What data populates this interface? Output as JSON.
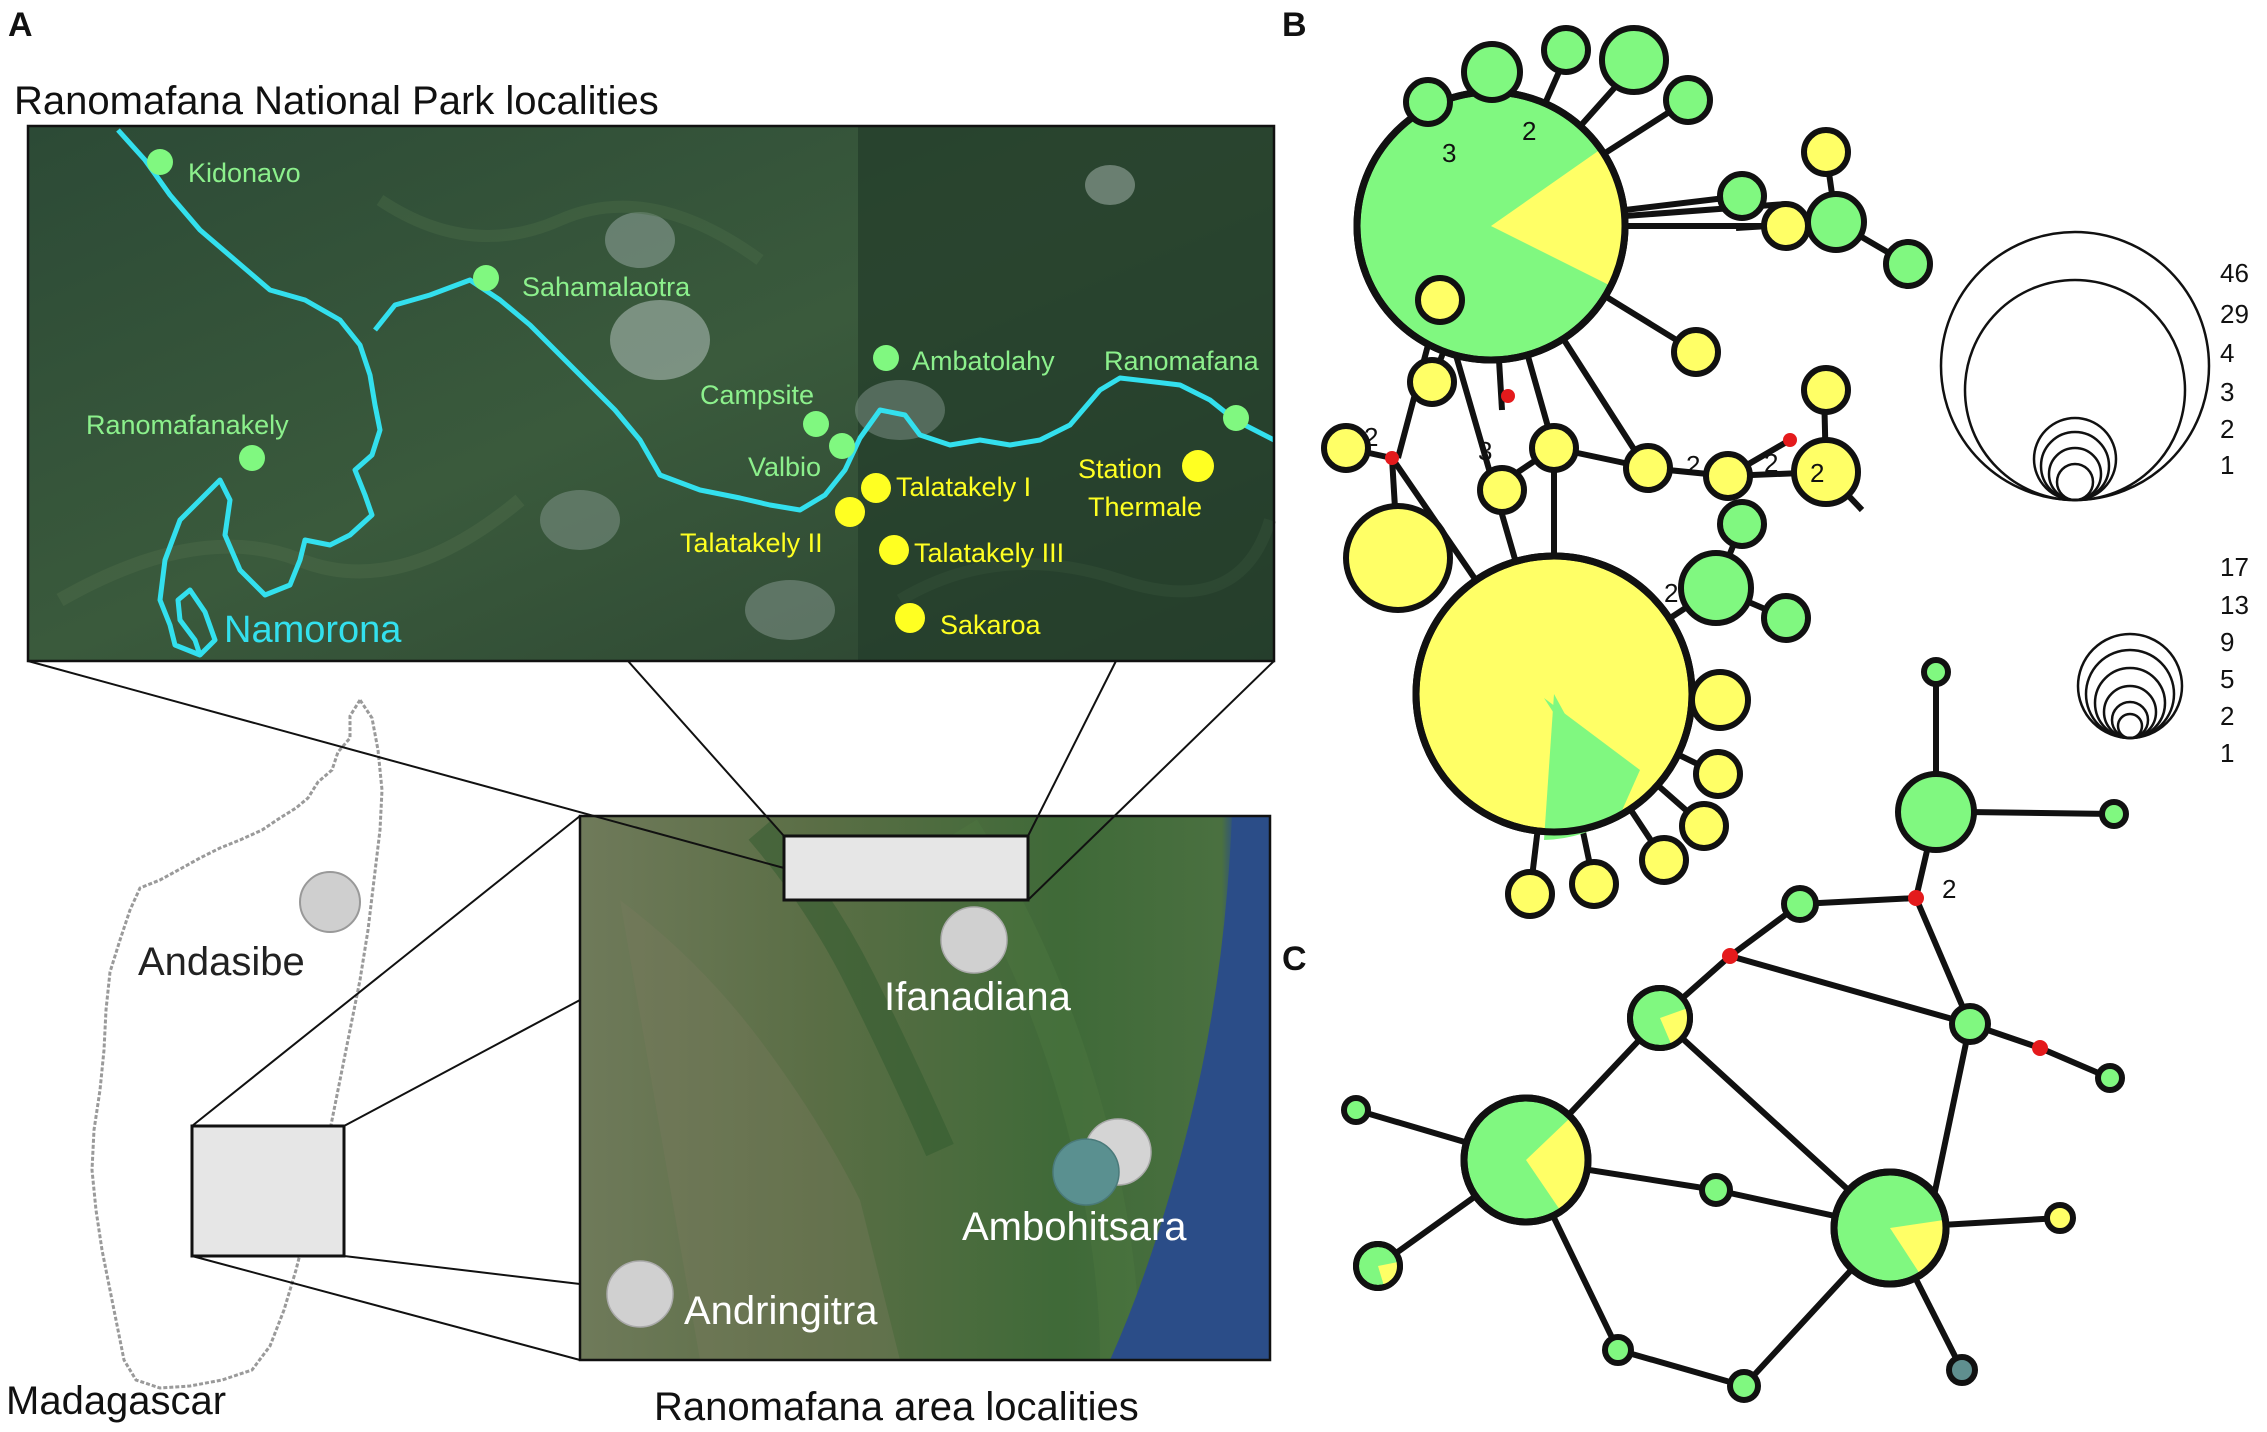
{
  "panels": {
    "a": "A",
    "b": "B",
    "c": "C"
  },
  "titles": {
    "park": "Ranomafana National Park localities",
    "area": "Ranomafana area localities",
    "country": "Madagascar"
  },
  "river": "Namorona",
  "park_localities": {
    "green": [
      "Kidonavo",
      "Sahamalaotra",
      "Ambatolahy",
      "Ranomafana",
      "Campsite",
      "Ranomafanakely",
      "Valbio"
    ],
    "yellow": [
      "Talatakely I",
      "Talatakely II",
      "Talatakely III",
      "Sakaroa",
      "Station",
      "Thermale"
    ]
  },
  "area_localities": [
    "Ifanadiana",
    "Ambohitsara",
    "Andringitra"
  ],
  "madagascar_localities": [
    "Andasibe"
  ],
  "network_b_labels": [
    "3",
    "2",
    "2",
    "3",
    "2",
    "2",
    "2",
    "2"
  ],
  "network_c_labels": [
    "2"
  ],
  "legend_b": [
    "46",
    "29",
    "4",
    "3",
    "2",
    "1"
  ],
  "legend_c": [
    "17",
    "13",
    "9",
    "5",
    "2",
    "1"
  ],
  "colors": {
    "green": "#80f880",
    "yellow": "#ffff66",
    "median": "#e41a1c",
    "teal": "#5f8f8f",
    "river": "#33e0ee"
  }
}
